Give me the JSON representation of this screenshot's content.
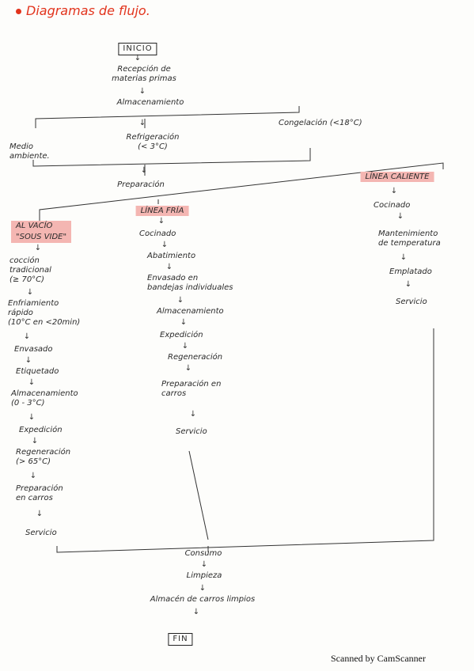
{
  "title": "Diagramas de flujo.",
  "start": "INICIO",
  "reception": [
    "Recepción de",
    "materias primas"
  ],
  "storage": "Almacenamiento",
  "branch1": {
    "ambient": [
      "Medio",
      "ambiente."
    ],
    "refrigeration": [
      "Refrigeración",
      "(< 3°C)"
    ],
    "freezing": "Congelación (<18°C)"
  },
  "preparation": "Preparación",
  "line_vacuum": {
    "header": [
      "AL VACÍO",
      "\"SOUS VIDE\""
    ],
    "steps": [
      [
        "cocción",
        "tradicional",
        "(≥ 70°C)"
      ],
      [
        "Enfriamiento",
        "rápido",
        "(10°C en <20min)"
      ],
      [
        "Envasado"
      ],
      [
        "Etiquetado"
      ],
      [
        "Almacenamiento",
        "(0 - 3°C)"
      ],
      [
        "Expedición"
      ],
      [
        "Regeneración",
        "(> 65°C)"
      ],
      [
        "Preparación",
        "en carros"
      ],
      [
        "Servicio"
      ]
    ]
  },
  "line_cold": {
    "header": "LÍNEA FRÍA",
    "steps": [
      [
        "Cocinado"
      ],
      [
        "Abatimiento"
      ],
      [
        "Envasado en",
        "bandejas individuales"
      ],
      [
        "Almacenamiento"
      ],
      [
        "Expedición"
      ],
      [
        "Regeneración"
      ],
      [
        "Preparación en",
        "carros"
      ],
      [
        "Servicio"
      ]
    ]
  },
  "line_hot": {
    "header": "LÍNEA CALIENTE",
    "steps": [
      [
        "Cocinado"
      ],
      [
        "Mantenimiento",
        "de temperatura"
      ],
      [
        "Emplatado"
      ],
      [
        "Servicio"
      ]
    ]
  },
  "final_steps": [
    "Consumo",
    "Limpieza",
    "Almacén de carros limpios"
  ],
  "end": "FIN",
  "footer": "Scanned by CamScanner",
  "colors": {
    "accent": "#e2341d",
    "highlight": "#f4b6b2",
    "ink": "#2a2a2a"
  }
}
